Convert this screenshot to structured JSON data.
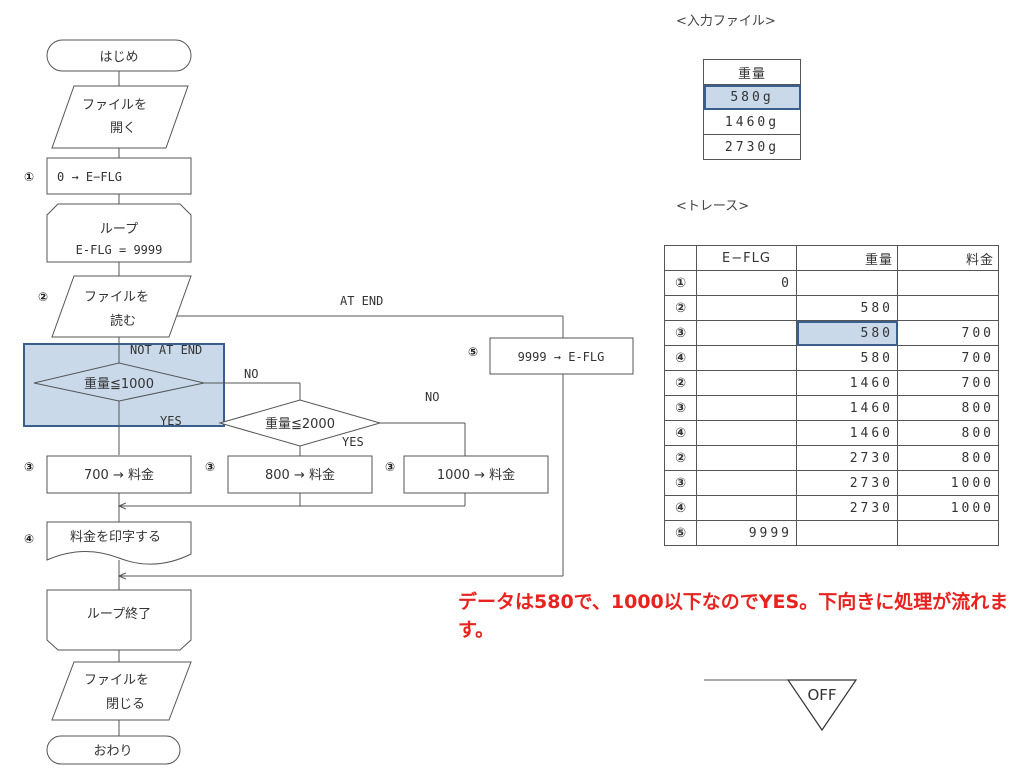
{
  "flowchart": {
    "start": "はじめ",
    "open_file": [
      "ファイルを",
      "開く"
    ],
    "init": "0 → E−FLG",
    "loop_start": [
      "ループ",
      "E-FLG = 9999"
    ],
    "read_file": [
      "ファイルを",
      "読む"
    ],
    "at_end": "AT END",
    "not_at_end": "NOT AT END",
    "set_flag": "9999 → E-FLG",
    "cond1": "重量≦1000",
    "cond2": "重量≦2000",
    "no_label": "NO",
    "yes_label": "YES",
    "fee1": "700 → 料金",
    "fee2": "800 → 料金",
    "fee3": "1000 → 料金",
    "print": "料金を印字する",
    "loop_end": "ループ終了",
    "close_file": [
      "ファイルを",
      "閉じる"
    ],
    "end": "おわり",
    "step_marks": [
      "①",
      "②",
      "③",
      "④",
      "⑤"
    ]
  },
  "input_file": {
    "caption": "<入力ファイル>",
    "header": "重量",
    "rows": [
      "580g",
      "1460g",
      "2730g"
    ]
  },
  "trace": {
    "caption": "<トレース>",
    "headers": [
      "",
      "E−FLG",
      "重量",
      "料金"
    ],
    "rows": [
      [
        "①",
        "0",
        "",
        ""
      ],
      [
        "②",
        "",
        "580",
        ""
      ],
      [
        "③",
        "",
        "580",
        "700"
      ],
      [
        "④",
        "",
        "580",
        "700"
      ],
      [
        "②",
        "",
        "1460",
        "700"
      ],
      [
        "③",
        "",
        "1460",
        "800"
      ],
      [
        "④",
        "",
        "1460",
        "800"
      ],
      [
        "②",
        "",
        "2730",
        "800"
      ],
      [
        "③",
        "",
        "2730",
        "1000"
      ],
      [
        "④",
        "",
        "2730",
        "1000"
      ],
      [
        "⑤",
        "9999",
        "",
        ""
      ]
    ]
  },
  "explanation": "データは580で、1000以下なのでYES。下向きに処理が流れます。",
  "toggle": {
    "label": "OFF"
  },
  "colors": {
    "highlight": "#c9d9ea",
    "highlight_border": "#3a5f8c",
    "explanation": "#e8231f"
  }
}
